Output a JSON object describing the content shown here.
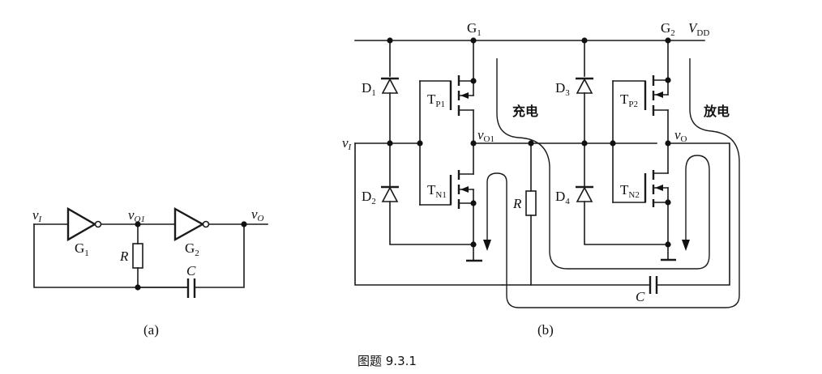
{
  "figure": {
    "caption": "图题 9.3.1",
    "colors": {
      "ink": "#1a1a1a",
      "background": "#ffffff"
    }
  },
  "panel_a": {
    "label": "(a)",
    "input": {
      "main": "v",
      "sub": "I"
    },
    "node_o1": {
      "main": "v",
      "sub": "O1"
    },
    "output": {
      "main": "v",
      "sub": "O"
    },
    "gate1": {
      "main": "G",
      "sub": "1"
    },
    "gate2": {
      "main": "G",
      "sub": "2"
    },
    "resistor": "R",
    "capacitor": "C"
  },
  "panel_b": {
    "label": "(b)",
    "gate1": {
      "main": "G",
      "sub": "1"
    },
    "gate2": {
      "main": "G",
      "sub": "2"
    },
    "supply": {
      "main": "V",
      "sub": "DD"
    },
    "input": {
      "main": "v",
      "sub": "I"
    },
    "node_o1": {
      "main": "v",
      "sub": "O1"
    },
    "output": {
      "main": "v",
      "sub": "O"
    },
    "diodes": [
      {
        "main": "D",
        "sub": "1"
      },
      {
        "main": "D",
        "sub": "2"
      },
      {
        "main": "D",
        "sub": "3"
      },
      {
        "main": "D",
        "sub": "4"
      }
    ],
    "transistors": [
      {
        "main": "T",
        "sub": "P1"
      },
      {
        "main": "T",
        "sub": "N1"
      },
      {
        "main": "T",
        "sub": "P2"
      },
      {
        "main": "T",
        "sub": "N2"
      }
    ],
    "resistor": "R",
    "capacitor": "C",
    "charge_label": "充电",
    "discharge_label": "放电"
  }
}
